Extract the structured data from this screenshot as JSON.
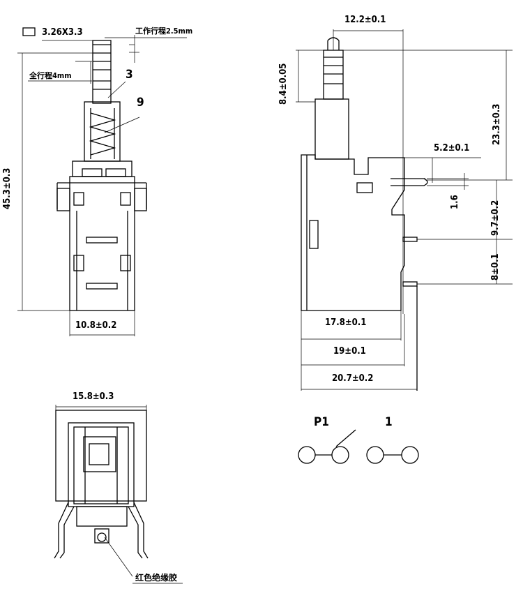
{
  "front_view": {
    "size_label": "3.26X3.3",
    "working_travel": "工作行程2.5mm",
    "full_travel": "全行程4mm",
    "part_3": "3",
    "part_9": "9",
    "height_dim": "45.3±0.3",
    "width_dim": "10.8±0.2"
  },
  "side_view": {
    "plunger_offset": "12.2±0.1",
    "plunger_height": "8.4±0.05",
    "upper_height": "23.3±0.3",
    "terminal_length": "5.2±0.1",
    "terminal_thickness": "1.6",
    "pin_spacing_1": "9.7±0.2",
    "pin_spacing_2": "8±0.1",
    "width_1": "17.8±0.1",
    "width_2": "19±0.1",
    "width_3": "20.7±0.2"
  },
  "bottom_view": {
    "width_dim": "15.8±0.3",
    "insulation_label": "红色绝缘胶"
  },
  "schematic": {
    "label_p1": "P1",
    "label_1": "1"
  }
}
